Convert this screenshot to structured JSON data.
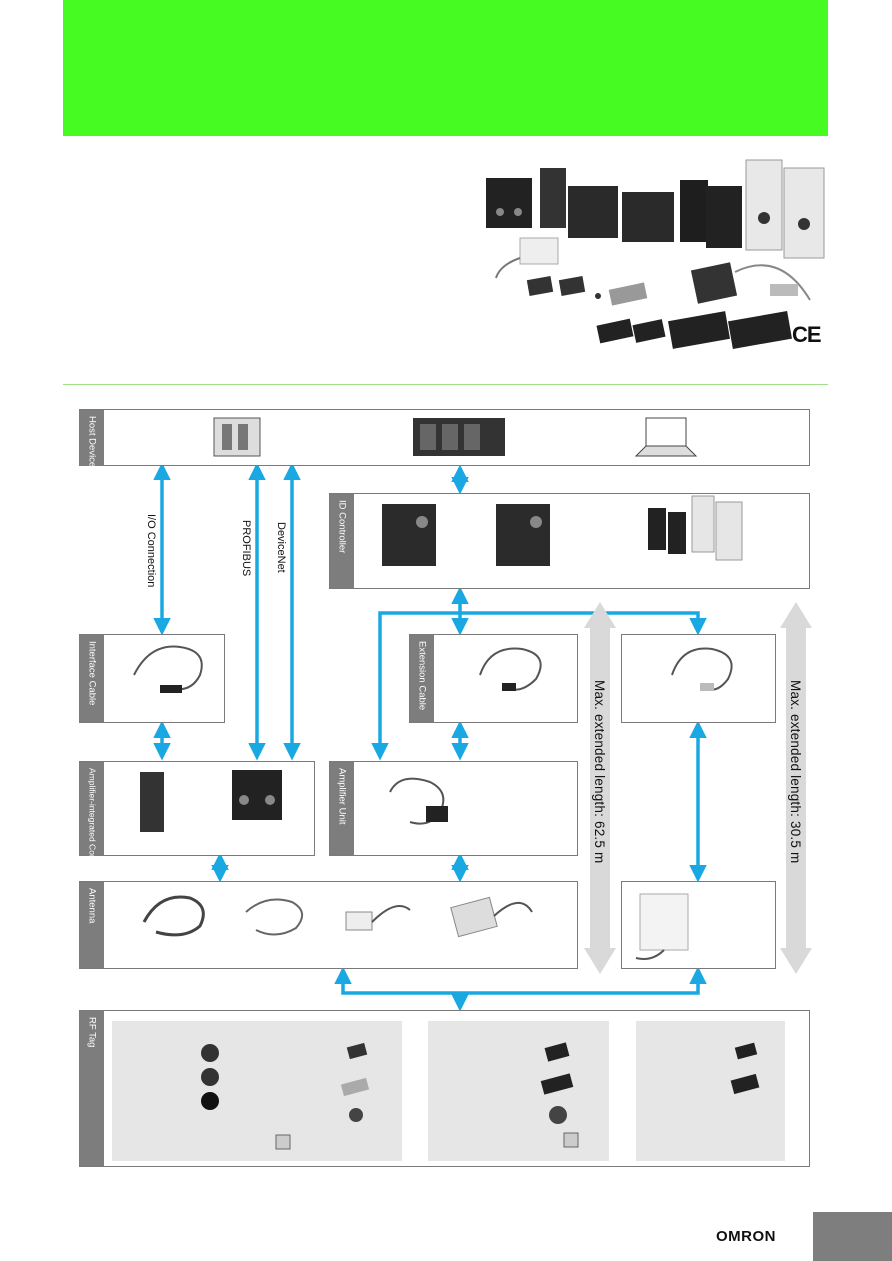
{
  "labels": {
    "host_device": "Host Device",
    "id_controller": "ID Controller",
    "interface_cable": "Interface Cable",
    "extension_cable": "Extension Cable",
    "amplifier_integrated_controller": "Amplifier-integrated Controller",
    "amplifier_unit": "Amplifier Unit",
    "antenna": "Antenna",
    "rf_tag": "RF Tag",
    "io_connection": "I/O Connection",
    "profibus": "PROFIBUS",
    "devicenet": "DeviceNet",
    "max_extended_1": "Max. extended length: 62.5 m",
    "max_extended_2": "Max. extended length: 30.5 m"
  },
  "marks": {
    "ce": "CE"
  },
  "footer": {
    "logo": "OMRON"
  },
  "colors": {
    "banner": "#46fb22",
    "arrow": "#1aa8e3",
    "tab": "#7d7d7d",
    "panel": "#e6e6e6"
  }
}
